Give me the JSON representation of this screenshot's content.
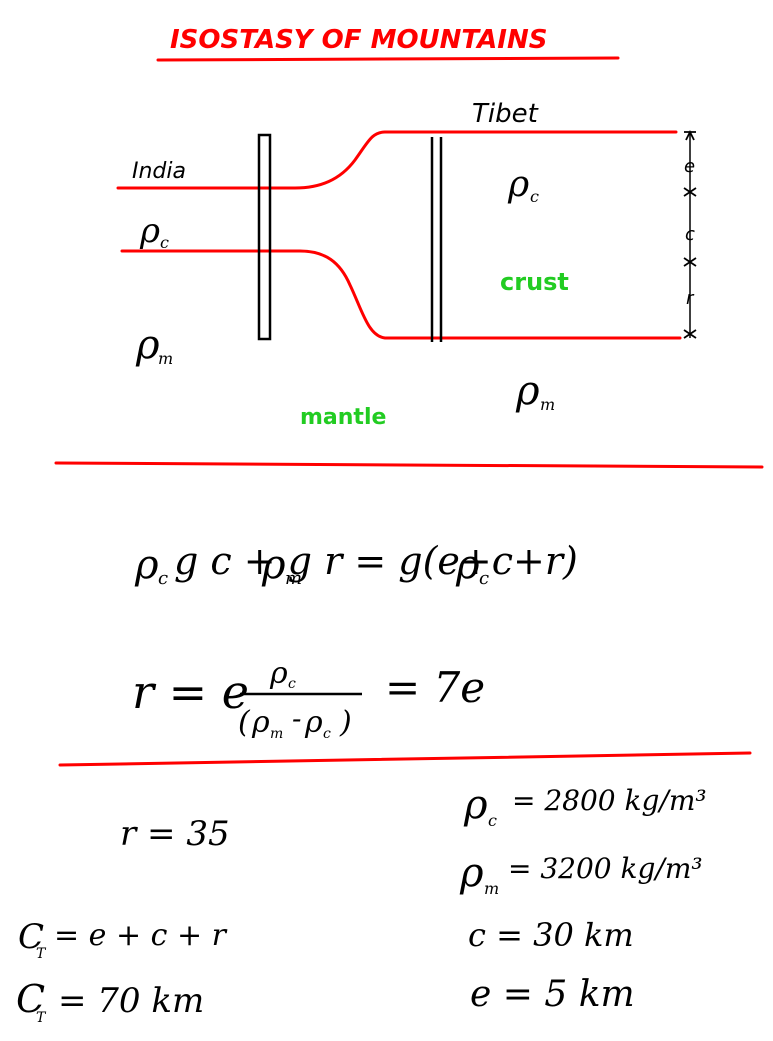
{
  "title": "ISOSTASY OF MOUNTAINS",
  "labels": {
    "india": "India",
    "tibet": "Tibet",
    "crust": "crust",
    "mantle": "mantle",
    "rho": "ρ",
    "sub_c": "c",
    "sub_m": "m",
    "dim_e": "e",
    "dim_c": "c",
    "dim_r": "r"
  },
  "equations": {
    "balance": "g c +  g r  =   g(e+c+r)",
    "r_lhs": "r = e",
    "r_num": "c",
    "r_den_open": "(",
    "r_den_mid": "-",
    "r_den_close": ")",
    "r_result": "= 7e"
  },
  "results": {
    "r": "r = 35",
    "ct_formula_lhs": "C",
    "ct_formula_rhs": "= e + c + r",
    "ct_sub": "T",
    "ct_value": "= 70 km"
  },
  "givens": {
    "rho_c": "= 2800 kg/m³",
    "rho_m": "= 3200 kg/m³",
    "c": "c = 30 km",
    "e": "e = 5 km"
  },
  "colors": {
    "line": "#ff0000",
    "green": "#22cc22",
    "ink": "#000000"
  }
}
